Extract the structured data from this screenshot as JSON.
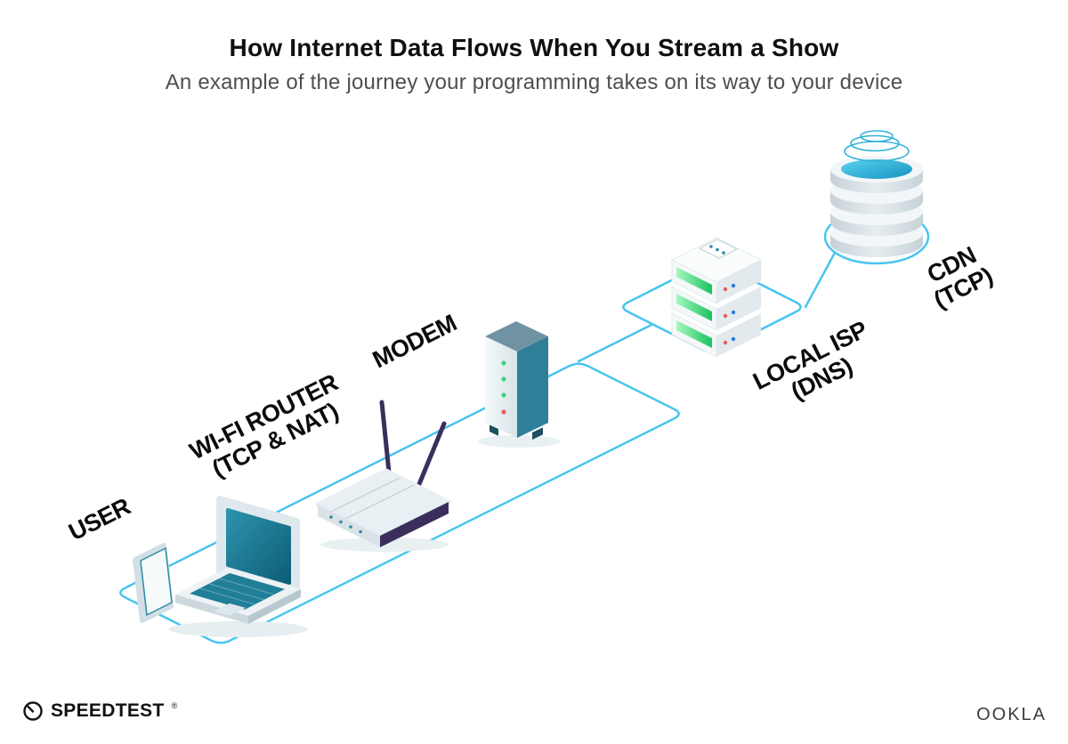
{
  "header": {
    "title": "How Internet Data Flows When You Stream a Show",
    "subtitle": "An example of the journey your programming takes on its way to your device"
  },
  "nodes": {
    "user": {
      "label": "USER"
    },
    "wifi_router": {
      "label": "WI-FI ROUTER",
      "sublabel": "(TCP & NAT)"
    },
    "modem": {
      "label": "MODEM"
    },
    "local_isp": {
      "label": "LOCAL ISP",
      "sublabel": "(DNS)"
    },
    "cdn": {
      "label": "CDN",
      "sublabel": "(TCP)"
    }
  },
  "flow": {
    "sequence": [
      "USER",
      "WI-FI ROUTER (TCP & NAT)",
      "MODEM",
      "LOCAL ISP (DNS)",
      "CDN (TCP)"
    ]
  },
  "footer": {
    "speedtest_label": "SPEEDTEST",
    "speedtest_mark": "®",
    "ookla_label": "OOKLA"
  },
  "colors": {
    "path_blue": "#49c5ef",
    "device_teal": "#217e98",
    "accent_navy": "#3a2f5c",
    "server_green": "#1fc25f",
    "cdn_cyan": "#38b8e0",
    "led_green": "#3fd27e",
    "led_red": "#e85d5d",
    "title_text": "#101010",
    "subtitle_text": "#4f4f4f"
  }
}
